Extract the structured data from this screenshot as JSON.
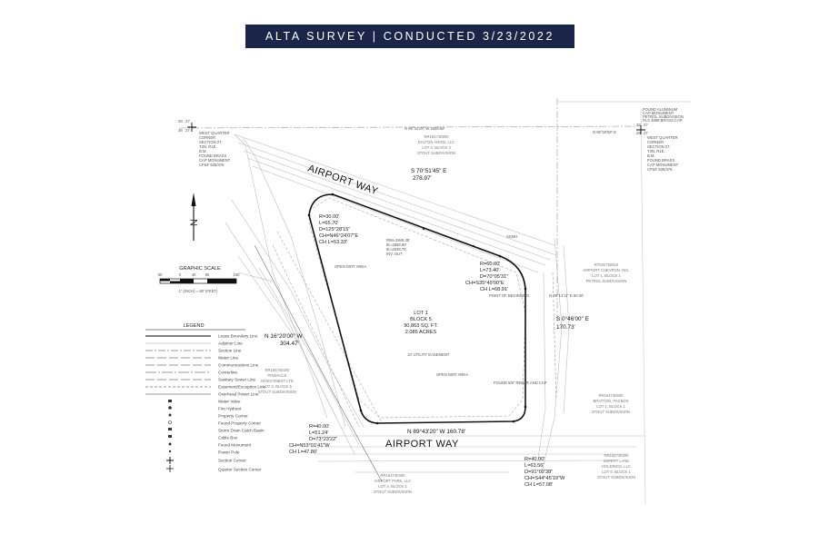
{
  "banner": {
    "title": "ALTA SURVEY | CONDUCTED 3/23/2022"
  },
  "north_arrow": {
    "letter": "N"
  },
  "scale": {
    "title": "GRAPHIC SCALE",
    "ticks": [
      "80",
      "0",
      "40",
      "80",
      "160"
    ],
    "note": "1\" (INCH) = 80' (FEET)"
  },
  "legend": {
    "title": "LEGEND",
    "items": [
      "Lease Boundary Line",
      "Adjoiner Line",
      "Section Line",
      "Water Line",
      "Communications Line",
      "Centerline",
      "Sanitary Sewer Line",
      "Easement/Exception Line",
      "Overhead Power Line",
      "Water Valve",
      "Fire Hydrant",
      "Property Corner",
      "Found Property Corner",
      "Storm Drain Catch Basin",
      "Cable Box",
      "Found Monument",
      "Power Pole",
      "Section Corner",
      "Quarter Section Corner"
    ]
  },
  "streets": {
    "north": "AIRPORT WAY",
    "south": "AIRPORT WAY"
  },
  "curves": {
    "nw": [
      "R=30.00'",
      "L=65.70'",
      "D=125°28'15\"",
      "CH=N46°24'07\"E",
      "CH L=53.33'"
    ],
    "ne": [
      "R=60.00'",
      "L=73.40'",
      "D=70°05'31\"",
      "CH=S35°49'00\"E",
      "CH L=68.91'"
    ],
    "sw": [
      "R=40.00'",
      "L=51.24'",
      "D=73°23'22\"",
      "CH=N53°01'41\"W",
      "CH L=47.80'"
    ],
    "se": [
      "R=40.00'",
      "L=63.56'",
      "D=91°02'38\"",
      "CH=S44°45'19\"W",
      "CH L=57.08'"
    ]
  },
  "bearings": {
    "north": [
      "S 70°51'45\" E",
      "278.97'"
    ],
    "east": [
      "S 0°46'00\" E",
      "170.73'"
    ],
    "west": [
      "N 16°20'00\" W",
      "304.47'"
    ],
    "south": "N 89°43'20\" W   160.78'"
  },
  "lot": {
    "lines": [
      "LOT 1",
      "BLOCK 5",
      "90,863 SQ. FT.",
      "2.085 ACRES"
    ],
    "point_of_beginning": "POINT OF BEGINNING",
    "open_dirt_area_1": "OPEN DIRT AREA",
    "open_dirt_area_2": "OPEN DIRT AREA"
  },
  "adjoiners": {
    "north": [
      "RR184740800",
      "DALTON ANGEL LLC",
      "LOT 4, BLOCK 3",
      "STOUT SUBDIVISION"
    ],
    "east": [
      "RT024750810",
      "AIRPORT CHEVRON, INC.",
      "LOT 1, BLOCK 1",
      "PETROL SUBDIVISION"
    ],
    "west": [
      "RR184740200",
      "PINNACLE",
      "INVESTMENT LTD",
      "LOT 3, BLOCK 5",
      "STOUT SUBDIVISION"
    ],
    "southeast": [
      "RR184740600",
      "BRATTON, PACBOX",
      "LOT 1, BLOCK 1",
      "STOUT SUBDIVISION"
    ],
    "south": [
      "RR184740300",
      "AIRPORT PARK, LLC",
      "LOT 4, BLOCK 1",
      "STOUT SUBDIVISION"
    ],
    "far_southeast": [
      "RR184740200",
      "SAFETY LANE",
      "HOLDINGS, LLC",
      "LOT 6, BLOCK 1",
      "STOUT SUBDIVISION"
    ]
  },
  "corners": {
    "west": {
      "numbers": [
        "28",
        "27",
        "28",
        "27"
      ],
      "text": [
        "WEST QUARTER",
        "CORNER",
        "SECTION 27,",
        "T3N, R1E,",
        "B.M.",
        "FOUND BRASS",
        "CAP MONUMENT",
        "CP&F 535/376"
      ]
    },
    "east": {
      "numbers": [
        "28",
        "27",
        "28",
        "27"
      ],
      "text": [
        "WEST QUARTER",
        "CORNER",
        "SECTION 27,",
        "T3N, R1E,",
        "B.M.",
        "FOUND BRASS",
        "CAP MONUMENT",
        "CP&F 535/376"
      ]
    },
    "east_note": [
      "FOUND ALUMINUM",
      "CAP MONUMENT",
      "PETROL SUBDIVISION",
      "PLS 4986 BRASS CAP"
    ]
  },
  "misc": {
    "section_bearing_north": "N 89°34'29\" W   2638.89'",
    "section_bearing_east": "N 89°50'59\" E",
    "east_bearing": "N 89°14'11\" E   80.00'",
    "found_rebar": "FOUND 5/8\" REBAR AND CAP",
    "utility_easement": "10' UTILITY EASEMENT",
    "ssmh": "SSMH",
    "small_labels": [
      "RIM=2846.35'",
      "IE=2838.90'",
      "IE=2838.75'",
      "INV. OUT"
    ]
  }
}
